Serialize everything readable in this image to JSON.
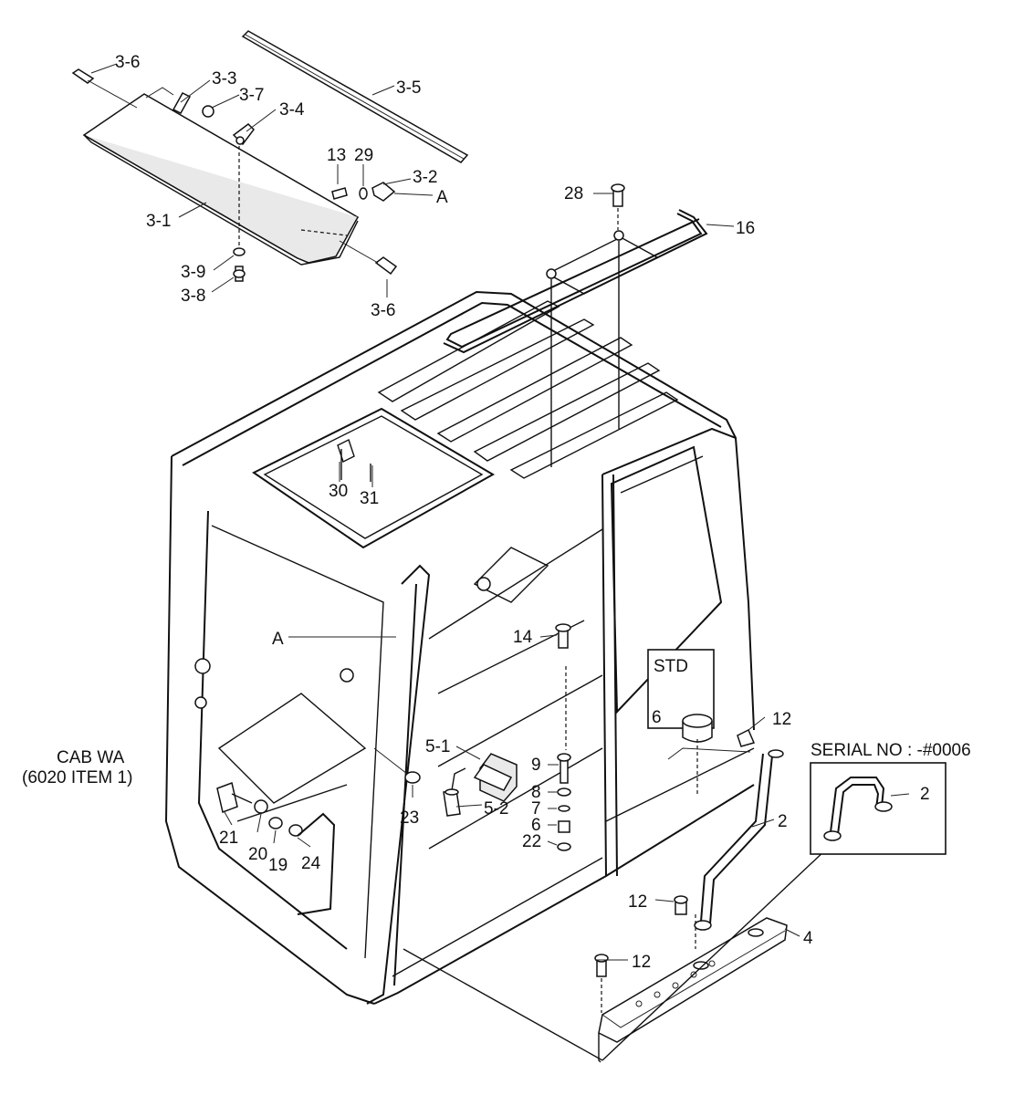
{
  "diagram": {
    "callouts": {
      "c_3_6_top": "3-6",
      "c_3_3": "3-3",
      "c_3_7": "3-7",
      "c_3_4": "3-4",
      "c_3_5": "3-5",
      "c_13": "13",
      "c_29": "29",
      "c_3_2": "3-2",
      "c_a_top": "A",
      "c_3_1": "3-1",
      "c_3_9": "3-9",
      "c_3_8": "3-8",
      "c_3_6_bottom": "3-6",
      "c_28": "28",
      "c_16": "16",
      "c_30": "30",
      "c_31": "31",
      "c_a_mid": "A",
      "c_14": "14",
      "c_std": "STD",
      "c_6_std": "6",
      "c_12_right": "12",
      "c_serial": "SERIAL NO : -#0006",
      "c_2_box": "2",
      "c_2": "2",
      "c_9": "9",
      "c_8": "8",
      "c_7": "7",
      "c_6": "6",
      "c_22": "22",
      "c_5_1": "5-1",
      "c_5_2": "5-2",
      "c_23": "23",
      "c_cab_1": "CAB WA",
      "c_cab_2": "(6020 ITEM 1)",
      "c_21": "21",
      "c_20": "20",
      "c_19": "19",
      "c_24": "24",
      "c_12_mid": "12",
      "c_4": "4",
      "c_12_low": "12"
    }
  }
}
